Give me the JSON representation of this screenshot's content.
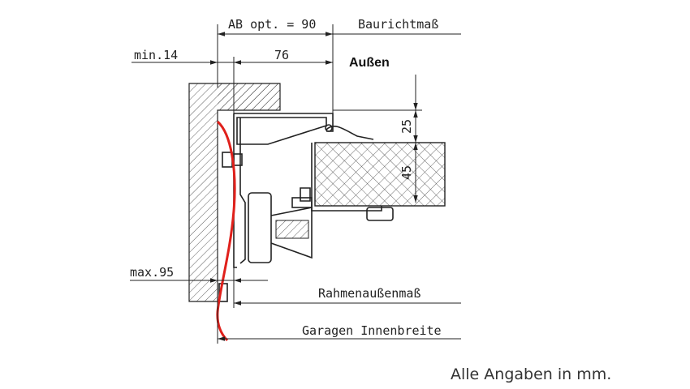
{
  "labels": {
    "ab_opt": "AB opt. = 90",
    "baurichtmass": "Baurichtmaß",
    "min14": "min.14",
    "dim76": "76",
    "aussen": "Außen",
    "dim25": "25",
    "dim45": "45",
    "max95": "max.95",
    "rahmenaussenmass": "Rahmenaußenmaß",
    "garagen_innenbreite": "Garagen Innenbreite",
    "footnote": "Alle Angaben in mm."
  },
  "colors": {
    "line": "#222222",
    "seal": "#e0201b",
    "text": "#222222"
  }
}
